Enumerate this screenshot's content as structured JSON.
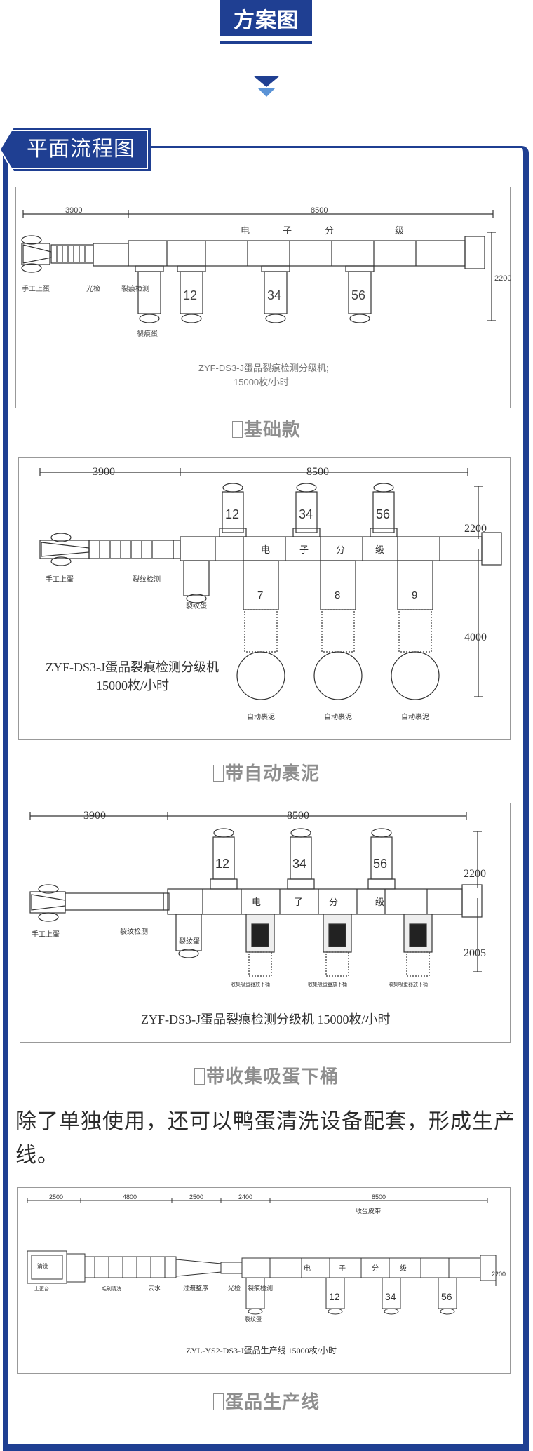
{
  "header": {
    "title": "方案图"
  },
  "section": {
    "label": "平面流程图"
  },
  "panels": [
    {
      "dims": {
        "left": "3900",
        "right": "8500",
        "side": "2200"
      },
      "zone_chars": [
        "电",
        "子",
        "分",
        "级"
      ],
      "stations": [
        "手工上蛋",
        "光检",
        "裂痕检测",
        "裂痕蛋"
      ],
      "bins": [
        "12",
        "34",
        "56"
      ],
      "model": "ZYF-DS3-J蛋品裂痕检测分级机;",
      "capacity": "15000枚/小时"
    },
    {
      "dims": {
        "left": "3900",
        "right": "8500",
        "top": "2200",
        "bottom": "4000"
      },
      "zone_chars": [
        "电",
        "子",
        "分",
        "级"
      ],
      "stations": [
        "手工上蛋",
        "裂纹检测",
        "裂纹蛋"
      ],
      "bins": [
        "12",
        "34",
        "56"
      ],
      "lower_bins": [
        "7",
        "8",
        "9"
      ],
      "tray_labels": [
        "自动裹泥",
        "自动裹泥",
        "自动裹泥"
      ],
      "model": "ZYF-DS3-J蛋品裂痕检测分级机",
      "capacity": "15000枚/小时"
    },
    {
      "dims": {
        "left": "3900",
        "right": "8500",
        "top": "2200",
        "bottom": "2005"
      },
      "zone_chars": [
        "电",
        "子",
        "分",
        "级"
      ],
      "stations": [
        "手工上蛋",
        "裂纹检测",
        "裂纹蛋"
      ],
      "bins": [
        "12",
        "34",
        "56"
      ],
      "bucket_labels": [
        "收集吸蛋器放下桶",
        "收集吸蛋器放下桶",
        "收集吸蛋器放下桶"
      ],
      "caption_line": "ZYF-DS3-J蛋品裂痕检测分级机  15000枚/小时"
    },
    {
      "dims": [
        "2500",
        "4800",
        "2500",
        "2400",
        "8500"
      ],
      "side": "2200",
      "belt_label": "收蛋皮带",
      "zone_chars": [
        "电",
        "子",
        "分",
        "级"
      ],
      "stations": [
        "上蛋台",
        "清洗",
        "毛刷清洗",
        "去水",
        "过渡整序",
        "光检",
        "裂痕检测",
        "裂纹蛋"
      ],
      "bins": [
        "12",
        "34",
        "56"
      ],
      "caption_line": "ZYL-YS2-DS3-J蛋品生产线  15000枚/小时"
    }
  ],
  "captions": [
    "基础款",
    "带自动裹泥",
    "带收集吸蛋下桶",
    "蛋品生产线"
  ],
  "paragraph": "除了单独使用，还可以鸭蛋清洗设备配套，形成生产线。",
  "colors": {
    "brand": "#1f3f92",
    "caption": "#8e8e8e",
    "line": "#333333"
  }
}
